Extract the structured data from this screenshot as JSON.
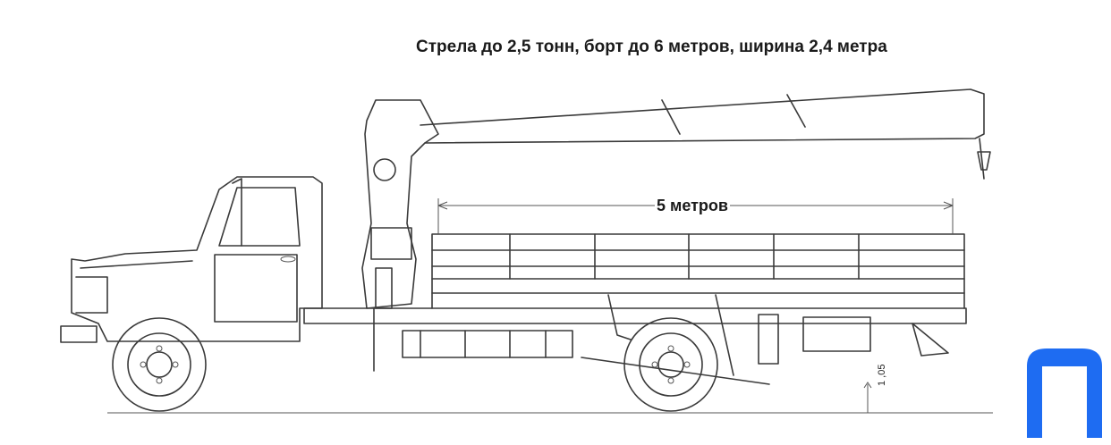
{
  "diagram": {
    "title": "Стрела до 2,5 тонн, борт до 6 метров, ширина 2,4 метра",
    "length_label": "5 метров",
    "side_label": "1 ,05",
    "logo_color": "#1e6cf2",
    "logo_color_light": "#4fc3ff"
  }
}
